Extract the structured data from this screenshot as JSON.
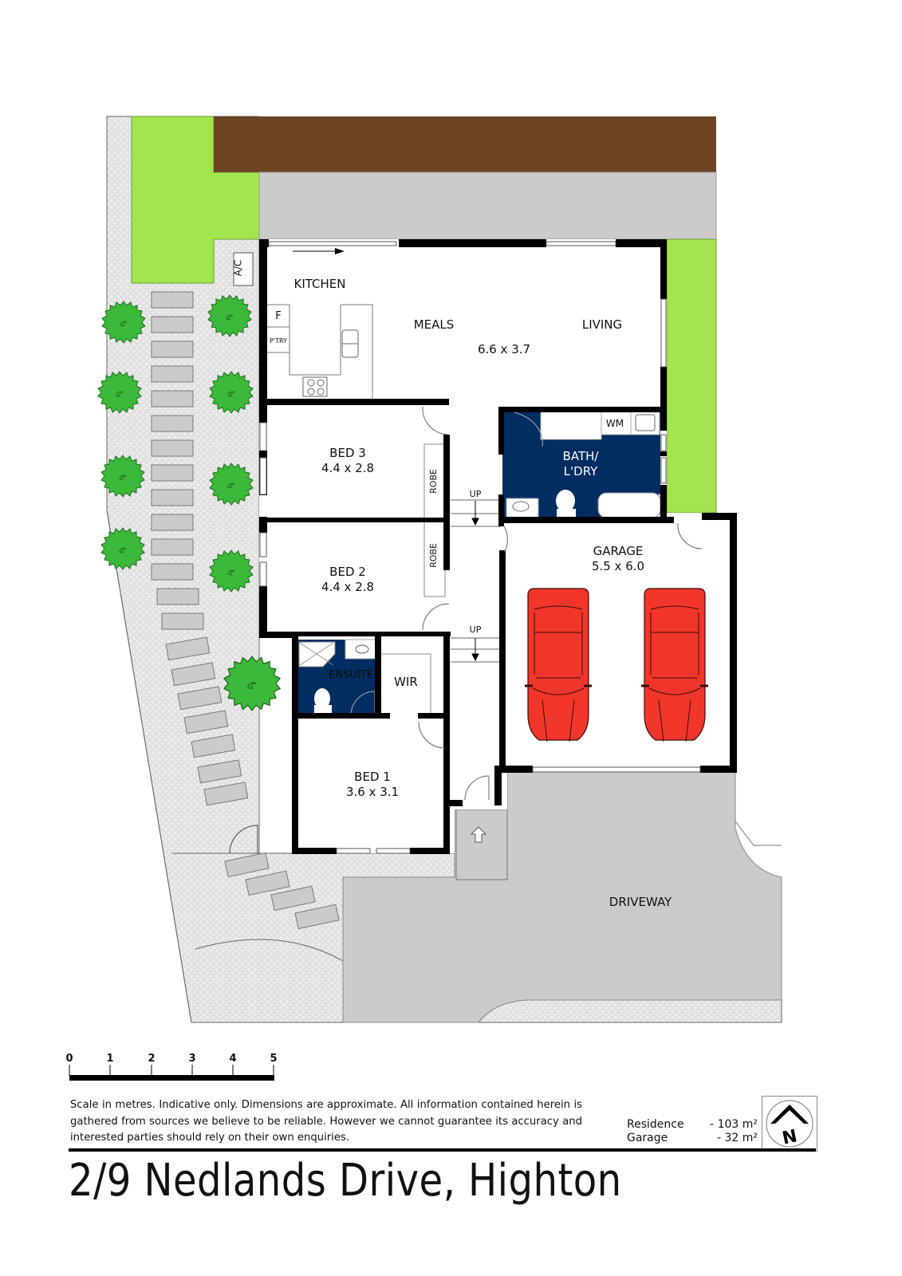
{
  "title": "2/9 Nedlands Drive, Highton",
  "colors": {
    "lawn": "#a3e54e",
    "deck": "#6d4424",
    "paving": "#cbcbcb",
    "gravel": "#e8e8e8",
    "wet_area": "#002d62",
    "car": "#f0352a",
    "tree": "#3cb83a",
    "wall": "#000000"
  },
  "rooms": [
    {
      "id": "kitchen",
      "name": "KITCHEN",
      "dim": ""
    },
    {
      "id": "meals",
      "name": "MEALS",
      "dim": ""
    },
    {
      "id": "living",
      "name": "LIVING",
      "dim": "6.6 x 3.7"
    },
    {
      "id": "bed3",
      "name": "BED 3",
      "dim": "4.4 x 2.8"
    },
    {
      "id": "bed2",
      "name": "BED 2",
      "dim": "4.4 x 2.8"
    },
    {
      "id": "bed1",
      "name": "BED 1",
      "dim": "3.6 x 3.1"
    },
    {
      "id": "bath",
      "name": "BATH/",
      "name2": "L'DRY",
      "dim": ""
    },
    {
      "id": "ensuite",
      "name": "ENSUITE",
      "dim": ""
    },
    {
      "id": "wir",
      "name": "WIR",
      "dim": ""
    },
    {
      "id": "garage",
      "name": "GARAGE",
      "dim": "5.5 x 6.0"
    },
    {
      "id": "driveway",
      "name": "DRIVEWAY",
      "dim": ""
    }
  ],
  "fixtures": {
    "fridge": "F",
    "pantry": "P'TRY",
    "washing_machine": "WM",
    "air_con": "A/C",
    "robe_1": "ROBE",
    "robe_2": "ROBE",
    "steps_1": "UP",
    "steps_2": "UP"
  },
  "scale_bar": {
    "unit": "metres",
    "ticks": [
      "0",
      "1",
      "2",
      "3",
      "4",
      "5"
    ]
  },
  "disclaimer": "Scale in metres. Indicative only. Dimensions are approximate.  All information contained herein is gathered from sources we believe to be reliable. However we cannot guarantee its accuracy and interested parties should rely on their own enquiries.",
  "areas": [
    {
      "label": "Residence",
      "value": "- 103 m²"
    },
    {
      "label": "Garage",
      "value": "-  32 m²"
    }
  ],
  "compass": {
    "icon": "north-arrow-icon",
    "letter": "N"
  }
}
